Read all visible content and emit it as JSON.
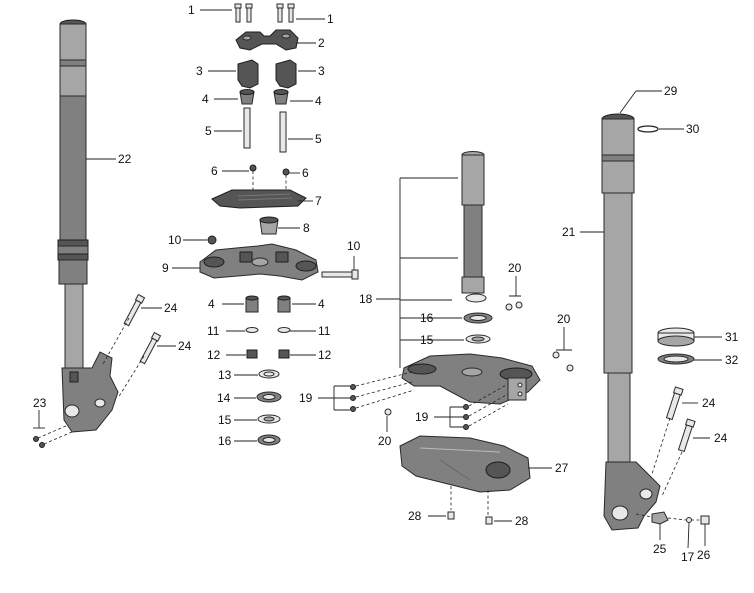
{
  "callouts": [
    {
      "id": "c1a",
      "text": "1"
    },
    {
      "id": "c1b",
      "text": "1"
    },
    {
      "id": "c2",
      "text": "2"
    },
    {
      "id": "c3a",
      "text": "3"
    },
    {
      "id": "c3b",
      "text": "3"
    },
    {
      "id": "c4a",
      "text": "4"
    },
    {
      "id": "c4b",
      "text": "4"
    },
    {
      "id": "c5a",
      "text": "5"
    },
    {
      "id": "c5b",
      "text": "5"
    },
    {
      "id": "c6a",
      "text": "6"
    },
    {
      "id": "c6b",
      "text": "6"
    },
    {
      "id": "c7",
      "text": "7"
    },
    {
      "id": "c8",
      "text": "8"
    },
    {
      "id": "c9",
      "text": "9"
    },
    {
      "id": "c10a",
      "text": "10"
    },
    {
      "id": "c10b",
      "text": "10"
    },
    {
      "id": "c4c",
      "text": "4"
    },
    {
      "id": "c4d",
      "text": "4"
    },
    {
      "id": "c11a",
      "text": "11"
    },
    {
      "id": "c11b",
      "text": "11"
    },
    {
      "id": "c12a",
      "text": "12"
    },
    {
      "id": "c12b",
      "text": "12"
    },
    {
      "id": "c13",
      "text": "13"
    },
    {
      "id": "c14",
      "text": "14"
    },
    {
      "id": "c15a",
      "text": "15"
    },
    {
      "id": "c16a",
      "text": "16"
    },
    {
      "id": "c22",
      "text": "22"
    },
    {
      "id": "c24a",
      "text": "24"
    },
    {
      "id": "c24b",
      "text": "24"
    },
    {
      "id": "c23",
      "text": "23"
    },
    {
      "id": "c18",
      "text": "18"
    },
    {
      "id": "c16b",
      "text": "16"
    },
    {
      "id": "c15b",
      "text": "15"
    },
    {
      "id": "c20a",
      "text": "20"
    },
    {
      "id": "c20b",
      "text": "20"
    },
    {
      "id": "c19a",
      "text": "19"
    },
    {
      "id": "c19b",
      "text": "19"
    },
    {
      "id": "c20c",
      "text": "20"
    },
    {
      "id": "c27",
      "text": "27"
    },
    {
      "id": "c28a",
      "text": "28"
    },
    {
      "id": "c28b",
      "text": "28"
    },
    {
      "id": "c29",
      "text": "29"
    },
    {
      "id": "c30",
      "text": "30"
    },
    {
      "id": "c21",
      "text": "21"
    },
    {
      "id": "c31",
      "text": "31"
    },
    {
      "id": "c32",
      "text": "32"
    },
    {
      "id": "c24c",
      "text": "24"
    },
    {
      "id": "c24d",
      "text": "24"
    },
    {
      "id": "c25",
      "text": "25"
    },
    {
      "id": "c17",
      "text": "17"
    },
    {
      "id": "c26",
      "text": "26"
    }
  ]
}
